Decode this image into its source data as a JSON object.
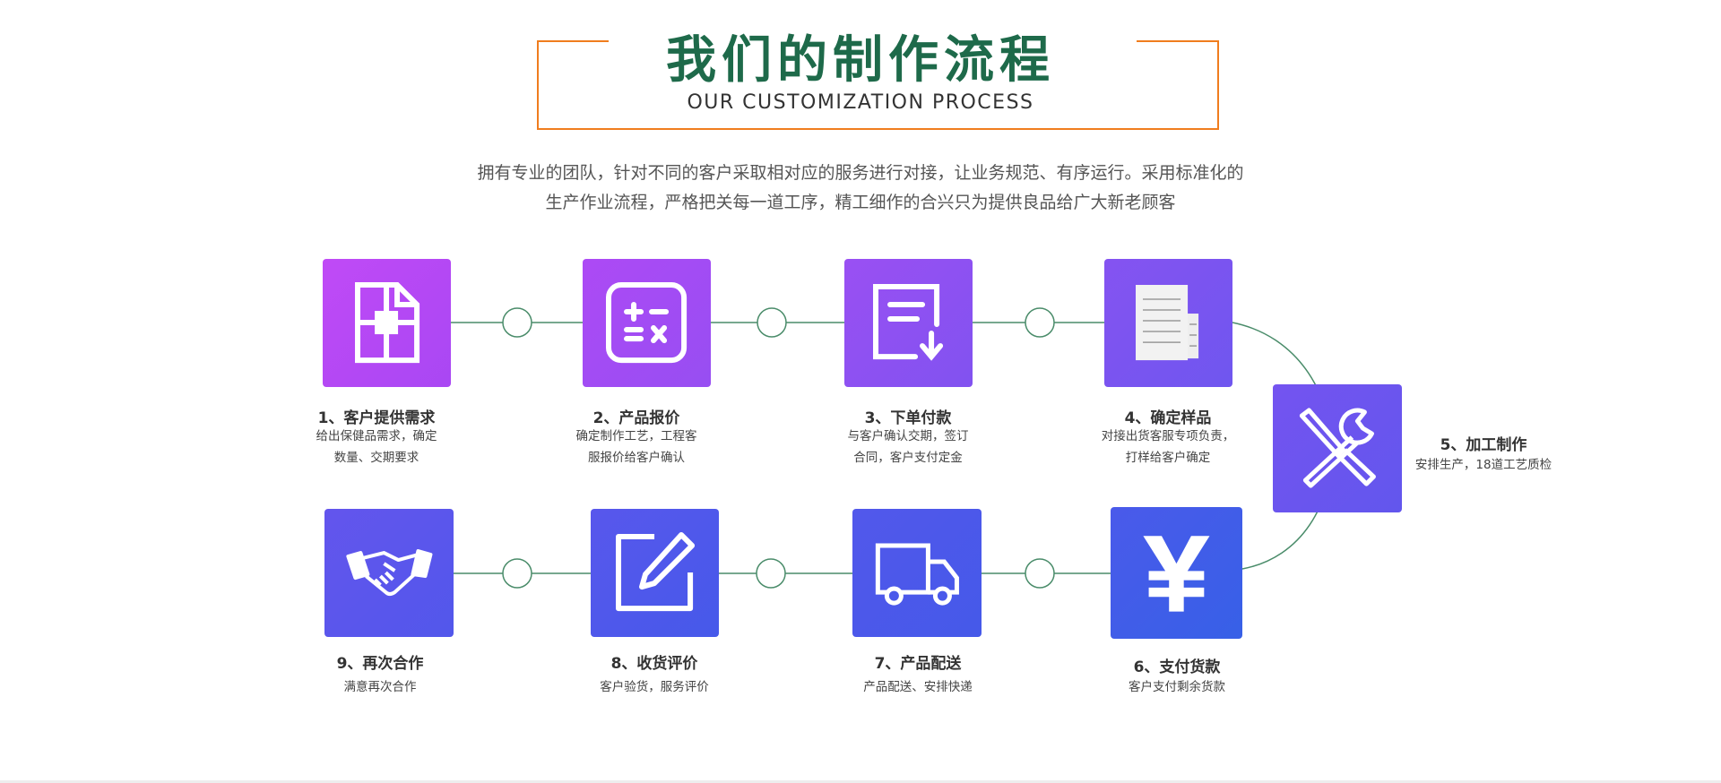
{
  "header": {
    "title": "我们的制作流程",
    "subtitle": "OUR CUSTOMIZATION PROCESS"
  },
  "intro": {
    "line1": "拥有专业的团队，针对不同的客户采取相对应的服务进行对接，让业务规范、有序运行。采用标准化的",
    "line2": "生产作业流程，严格把关每一道工序，精工细作的合兴只为提供良品给广大新老顾客"
  },
  "colors": {
    "title": "#1e6a4a",
    "bracket": "#f07d1e",
    "connector": "#4a8c6a"
  },
  "steps": [
    {
      "title": "1、客户提供需求",
      "desc1": "给出保健品需求，确定",
      "desc2": "数量、交期要求",
      "icon": "document-layout-icon",
      "color": "#b548f5"
    },
    {
      "title": "2、产品报价",
      "desc1": "确定制作工艺，工程客",
      "desc2": "服报价给客户确认",
      "icon": "calculator-icon",
      "color": "#a24cf3"
    },
    {
      "title": "3、下单付款",
      "desc1": "与客户确认交期，签订",
      "desc2": "合同，客户支付定金",
      "icon": "order-download-icon",
      "color": "#8c51f1"
    },
    {
      "title": "4、确定样品",
      "desc1": "对接出货客服专项负责，",
      "desc2": "打样给客户确定",
      "icon": "sample-documents-icon",
      "color": "#7a55f0"
    },
    {
      "title": "5、加工制作",
      "desc1": "安排生产，18道工艺质检",
      "desc2": "",
      "icon": "tools-icon",
      "color": "#6a56ee"
    },
    {
      "title": "6、支付货款",
      "desc1": "客户支付剩余货款",
      "desc2": "",
      "icon": "yen-icon",
      "color": "#3f5ce9"
    },
    {
      "title": "7、产品配送",
      "desc1": "产品配送、安排快递",
      "desc2": "",
      "icon": "truck-icon",
      "color": "#4a5aea"
    },
    {
      "title": "8、收货评价",
      "desc1": "客户验货，服务评价",
      "desc2": "",
      "icon": "edit-icon",
      "color": "#4f58eb"
    },
    {
      "title": "9、再次合作",
      "desc1": "满意再次合作",
      "desc2": "",
      "icon": "handshake-icon",
      "color": "#5b56ec"
    }
  ]
}
